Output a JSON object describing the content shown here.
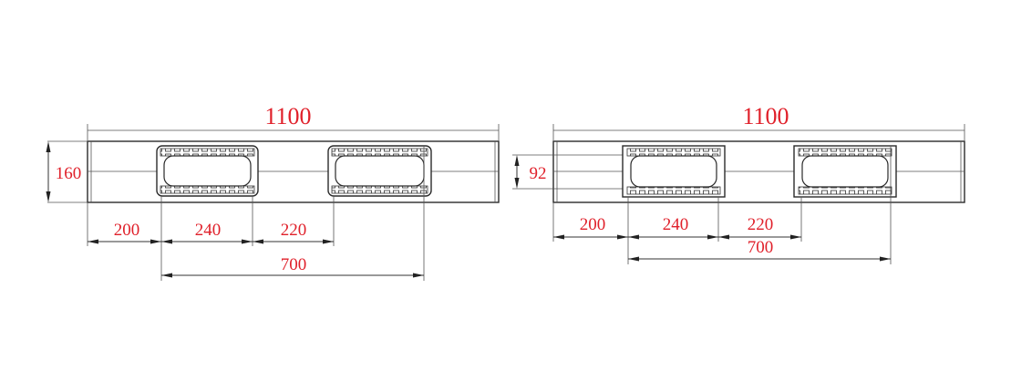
{
  "left_view": {
    "overall_length": "1100",
    "height": "160",
    "dim_a": "200",
    "dim_b": "240",
    "dim_c": "220",
    "dim_total": "700"
  },
  "right_view": {
    "overall_length": "1100",
    "height": "92",
    "dim_a": "200",
    "dim_b": "240",
    "dim_c": "220",
    "dim_total": "700"
  },
  "colors": {
    "dimension_text": "#e0202a",
    "lines": "#333333"
  }
}
